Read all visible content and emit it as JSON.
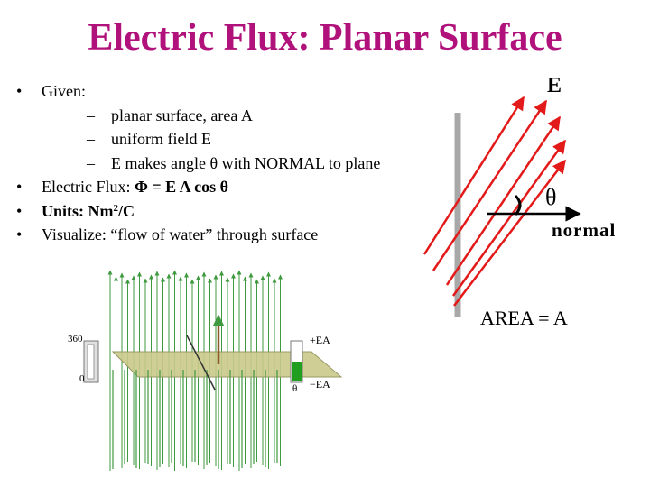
{
  "title": "Electric Flux: Planar Surface",
  "bullets": {
    "given": "Given:",
    "given_items": [
      "planar surface, area A",
      "uniform field E",
      "E makes angle θ with NORMAL to plane"
    ],
    "flux_prefix": "Electric Flux:",
    "flux_formula": "Φ = E A cos θ",
    "units_prefix": "Units: Nm",
    "units_exp": "2",
    "units_suffix": "/C",
    "visualize": "Visualize: “flow of water” through surface"
  },
  "diagram": {
    "e_label": "E",
    "theta_label": "θ",
    "normal_label": "normal",
    "area_label": "AREA = A",
    "field_color": "#e31a1a",
    "plate_color": "#a8a8a8"
  },
  "simulation": {
    "gauge_max": "360",
    "gauge_min": "0",
    "angle_symbol": "θ",
    "flux_max_label": "+EA",
    "flux_min_label": "−EA",
    "field_line_color": "#3f9a3f",
    "plane_color": "#c9c98a",
    "flux_fill_color": "#1f9e1f",
    "flux_fill_fraction": 0.5
  }
}
